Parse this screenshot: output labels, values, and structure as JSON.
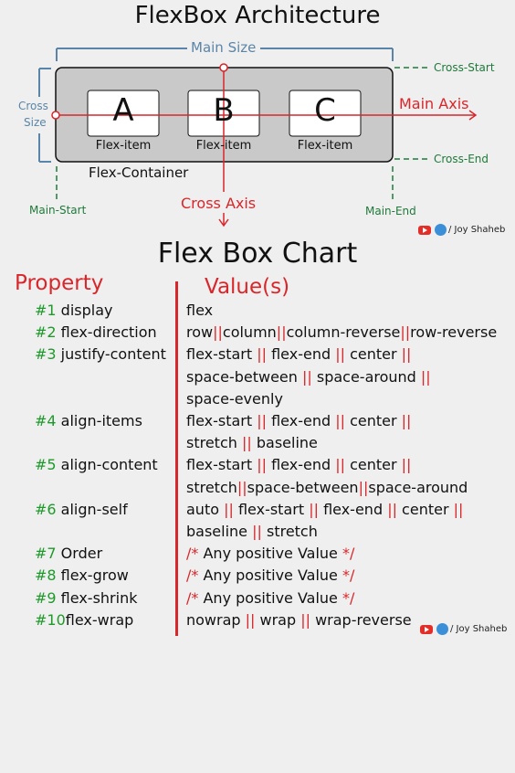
{
  "diagram": {
    "title": "FlexBox Architecture",
    "main_size": "Main Size",
    "cross_size_1": "Cross",
    "cross_size_2": "Size",
    "cross_start": "Cross-Start",
    "cross_end": "Cross-End",
    "main_axis": "Main Axis",
    "cross_axis": "Cross Axis",
    "main_start": "Main-Start",
    "main_end": "Main-End",
    "container_label": "Flex-Container",
    "items": [
      {
        "letter": "A",
        "label": "Flex-item"
      },
      {
        "letter": "B",
        "label": "Flex-item"
      },
      {
        "letter": "C",
        "label": "Flex-item"
      }
    ],
    "credit": "/ Joy Shaheb"
  },
  "chart": {
    "title": "Flex Box Chart",
    "property_header": "Property",
    "value_header": "Value(s)",
    "separator": "||",
    "rows": [
      {
        "num": "#1",
        "property": "display",
        "lines": [
          [
            "flex"
          ]
        ]
      },
      {
        "num": "#2",
        "property": "flex-direction",
        "lines": [
          [
            "row",
            "column",
            "column-reverse",
            "row-reverse"
          ]
        ]
      },
      {
        "num": "#3",
        "property": "justify-content",
        "lines": [
          [
            "flex-start ",
            " flex-end ",
            " center ",
            ""
          ],
          [
            "space-between ",
            " space-around ",
            ""
          ],
          [
            "space-evenly"
          ]
        ]
      },
      {
        "num": "#4",
        "property": "align-items",
        "lines": [
          [
            "flex-start ",
            " flex-end ",
            " center ",
            ""
          ],
          [
            "stretch ",
            " baseline"
          ]
        ]
      },
      {
        "num": "#5",
        "property": "align-content",
        "lines": [
          [
            "flex-start ",
            " flex-end ",
            " center ",
            ""
          ],
          [
            "stretch",
            "space-between",
            "space-around"
          ]
        ]
      },
      {
        "num": "#6",
        "property": "align-self",
        "lines": [
          [
            "auto ",
            " flex-start ",
            " flex-end ",
            " center ",
            ""
          ],
          [
            "baseline ",
            " stretch"
          ]
        ]
      },
      {
        "num": "#7",
        "property": "Order",
        "comment": "Any positive Value"
      },
      {
        "num": "#8",
        "property": "flex-grow",
        "comment": "Any positive Value"
      },
      {
        "num": "#9",
        "property": "flex-shrink",
        "comment": "Any positive Value"
      },
      {
        "num": "#10",
        "property": "flex-wrap",
        "lines": [
          [
            "nowrap ",
            " wrap ",
            " wrap-reverse"
          ]
        ]
      }
    ],
    "credit": "/ Joy Shaheb"
  },
  "colors": {
    "red": "#d8262a",
    "green_label": "#1f7a3a",
    "green_num": "#1e9a2a",
    "blue": "#5b85a8",
    "container_fill": "#c9c9c9"
  }
}
